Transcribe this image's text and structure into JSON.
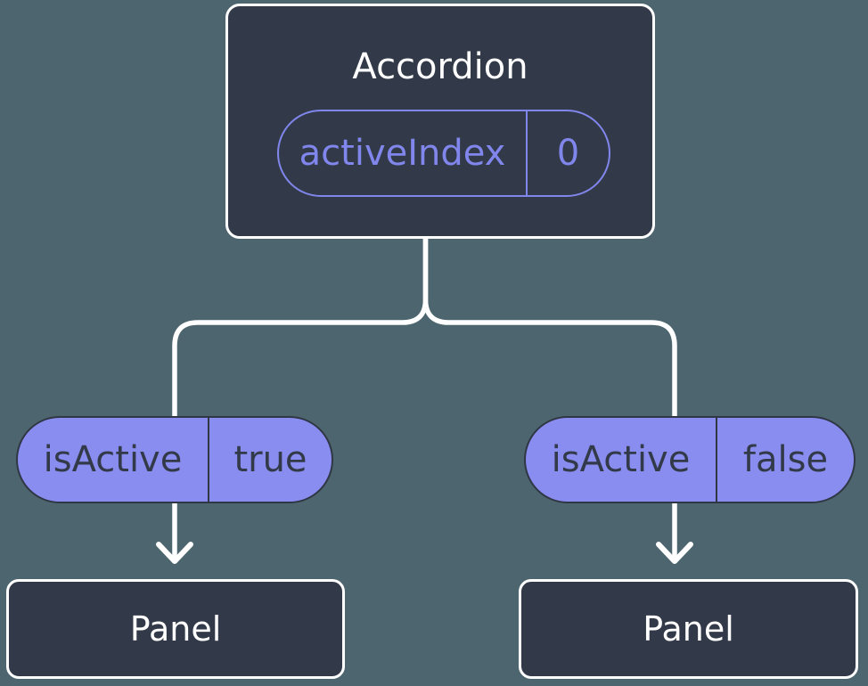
{
  "diagram": {
    "root": {
      "title": "Accordion",
      "prop": {
        "name": "activeIndex",
        "value": "0"
      }
    },
    "children": [
      {
        "prop": {
          "name": "isActive",
          "value": "true"
        },
        "node": {
          "title": "Panel"
        }
      },
      {
        "prop": {
          "name": "isActive",
          "value": "false"
        },
        "node": {
          "title": "Panel"
        }
      }
    ],
    "colors": {
      "background": "#4d656e",
      "node_fill": "#323a49",
      "node_border": "#ffffff",
      "accent_purple": "#8186ec",
      "pill_fill": "#8a8df0",
      "pill_border": "#2f3745",
      "pill_text": "#323a49",
      "connector_line": "#ffffff"
    }
  }
}
